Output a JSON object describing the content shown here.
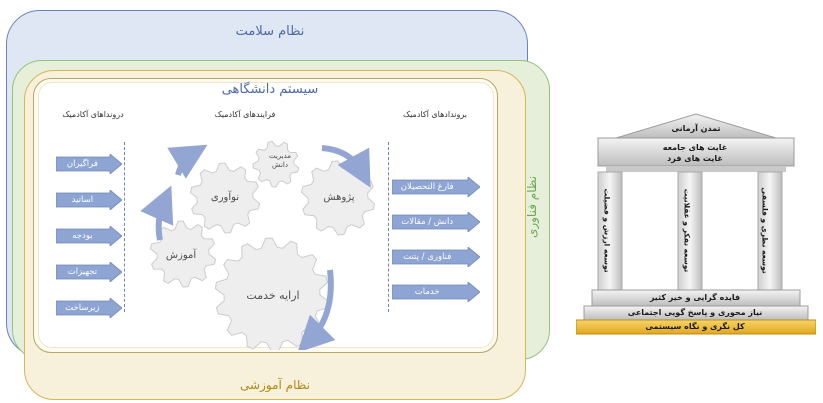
{
  "frames": {
    "health_system": "نظام سلامت",
    "tech_system": "نظام فناوری",
    "education_system": "نظام آموزشی",
    "university_system": "سیستم دانشگاهی"
  },
  "columns": {
    "inputs_header": "درونداهای آکادمیک",
    "processes_header": "فرایندهای آکادمیک",
    "outputs_header": "بروندادهای آکادمیک"
  },
  "inputs": [
    "فراگیران",
    "اساتید",
    "بودجه",
    "تجهیزات",
    "زیرساخت"
  ],
  "outputs": [
    "فارغ التحصیلان",
    "دانش / مقالات",
    "فناوری / پتنت",
    "خدمات"
  ],
  "gears": {
    "knowledge_management": "مدیریت دانش",
    "innovation": "نوآوری",
    "research": "پژوهش",
    "education": "آموزش",
    "service": "ارایه خدمت"
  },
  "temple": {
    "top": "تمدن آرمانی",
    "goals_society": "غایت های جامعه",
    "goals_individual": "غایت های فرد",
    "pillar_right": "توسعه نظری و فلسفی",
    "pillar_middle": "توسعه تفکر و عقلانیت",
    "pillar_left": "توسعه ارزش و فضیلت",
    "base_line1": "فایده گرایی و خیر کثیر",
    "base_line2": "نیاز محوری و پاسخ گویی اجتماعی",
    "base_line3": "کل نگری و نگاه سیستمی"
  },
  "colors": {
    "arrow_fill": "#8ea5d4",
    "gear_fill": "#eeeeee",
    "cycle_arrow": "#93a6d3",
    "title_blue": "#4a6aa8",
    "temple_base": "#f1c232"
  }
}
